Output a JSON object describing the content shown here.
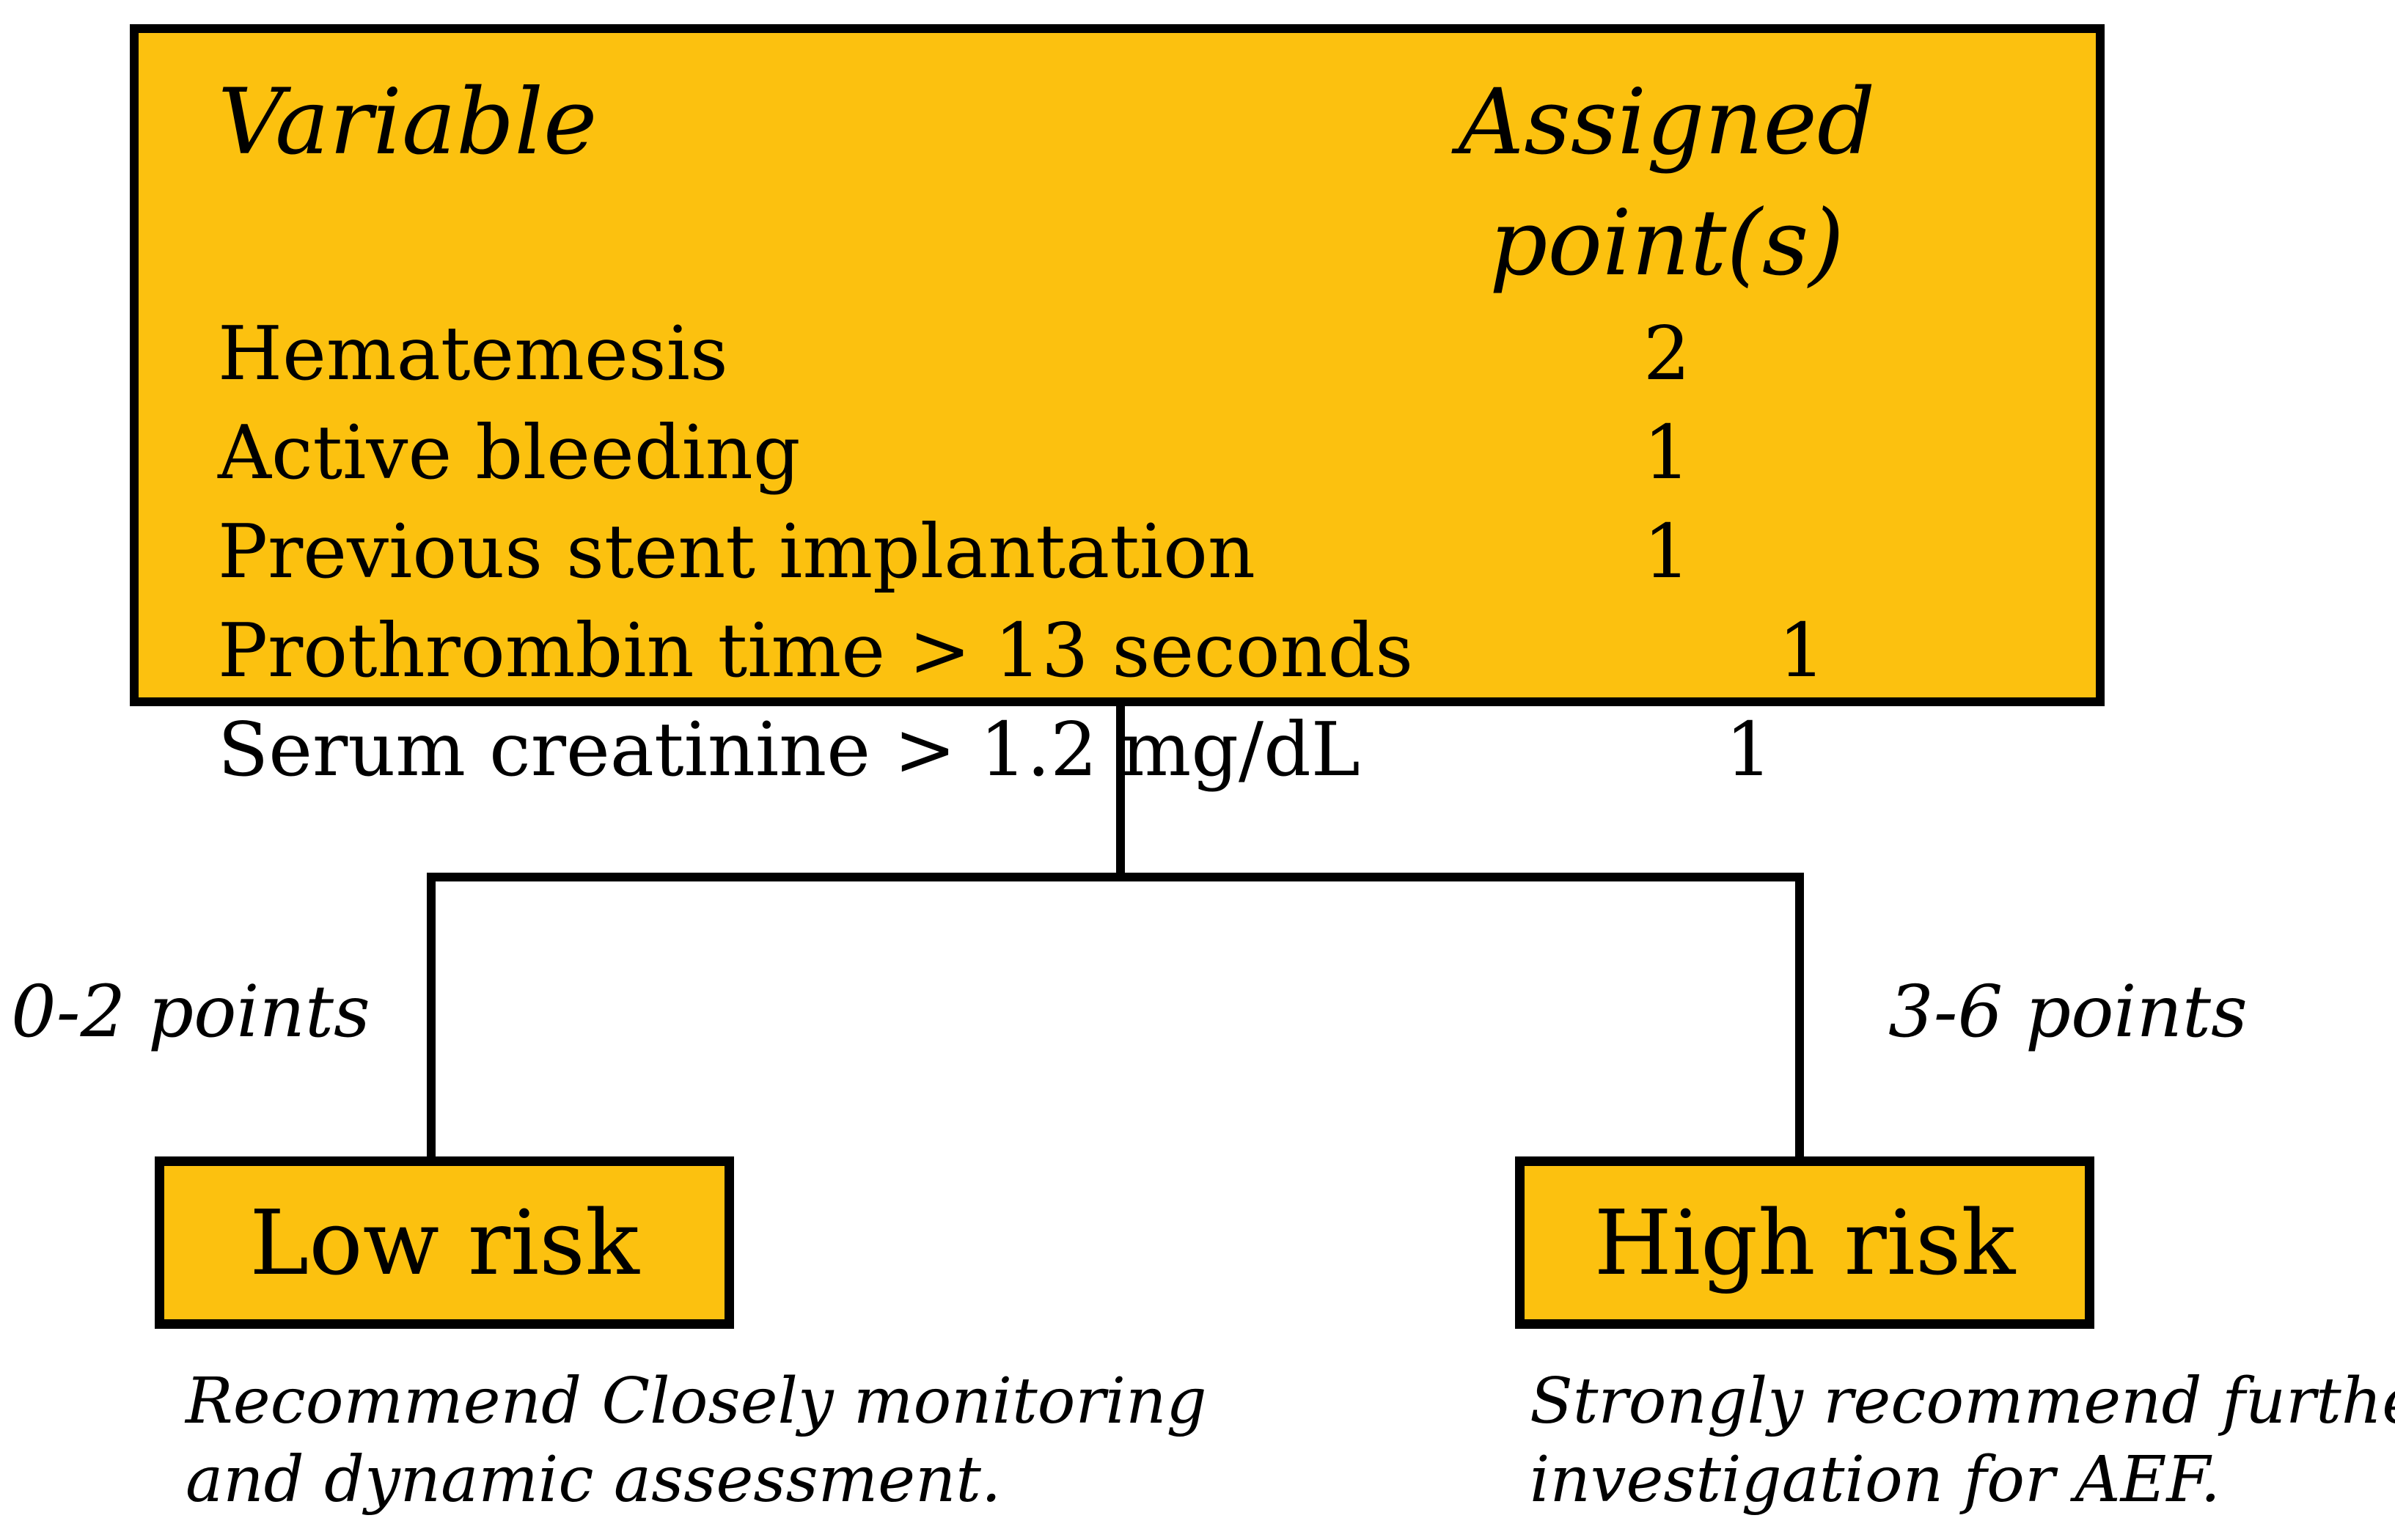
{
  "table": {
    "header": {
      "variable": "Variable",
      "points": "Assigned point(s)"
    },
    "rows": [
      {
        "variable": "Hematemesis",
        "points": "2"
      },
      {
        "variable": "Active bleeding",
        "points": "1"
      },
      {
        "variable": "Previous stent implantation",
        "points": "1"
      },
      {
        "variable": "Prothrombin time > 13 seconds",
        "points": "1"
      },
      {
        "variable": "Serum creatinine > 1.2 mg/dL",
        "points": "1"
      }
    ]
  },
  "branches": {
    "low": {
      "range_label": "0-2 points",
      "box_label": "Low risk",
      "note_line1": "Recommend Closely monitoring",
      "note_line2": "and dynamic assessment."
    },
    "high": {
      "range_label": "3-6 points",
      "box_label": "High risk",
      "note_line1": "Strongly recommend further",
      "note_line2": "investigation for AEF."
    }
  },
  "colors": {
    "box_fill": "#FCC10F",
    "line": "#000000",
    "text": "#000000",
    "background": "#FFFFFF"
  }
}
